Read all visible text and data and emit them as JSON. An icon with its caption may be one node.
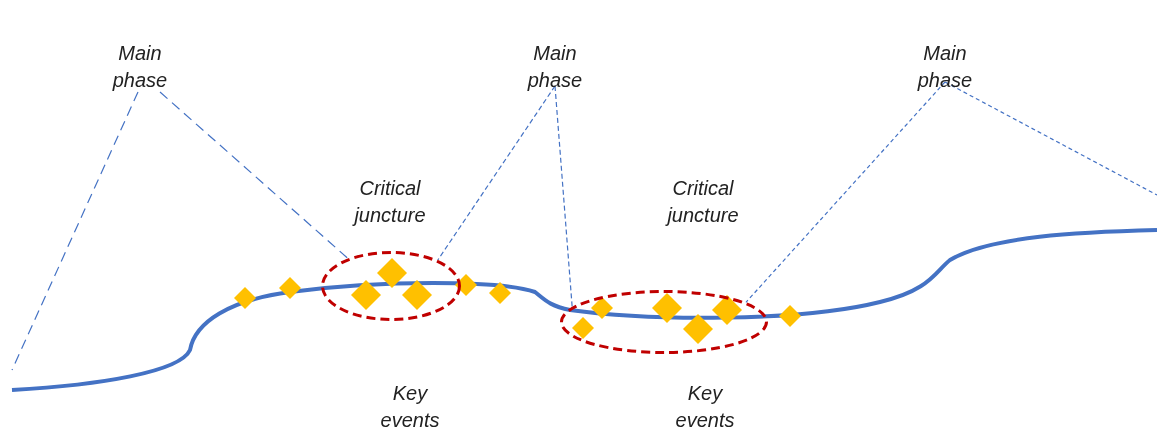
{
  "diagram": {
    "nodes": [
      {
        "text": [
          "Main phase"
        ]
      },
      {
        "text": [],
        "shape": "ellipse",
        "beside": [
          "Critical juncture",
          "Key events"
        ]
      },
      {
        "text": [
          "Main phase"
        ]
      },
      {
        "text": [],
        "shape": "ellipse",
        "beside": [
          "Critical juncture",
          "Key events"
        ]
      },
      {
        "text": [
          "Main phase"
        ]
      }
    ],
    "edges": [
      {
        "from": 0,
        "to": null,
        "arrow": "none",
        "style": "dashed"
      },
      {
        "from": 0,
        "to": 1,
        "arrow": "none",
        "style": "dashed"
      },
      {
        "from": 2,
        "to": 1,
        "arrow": "none",
        "style": "dashed"
      },
      {
        "from": 2,
        "to": 3,
        "arrow": "none",
        "style": "dashed"
      },
      {
        "from": 4,
        "to": 3,
        "arrow": "none",
        "style": "dashed"
      },
      {
        "from": 4,
        "to": null,
        "arrow": "none",
        "style": "dashed"
      }
    ]
  }
}
